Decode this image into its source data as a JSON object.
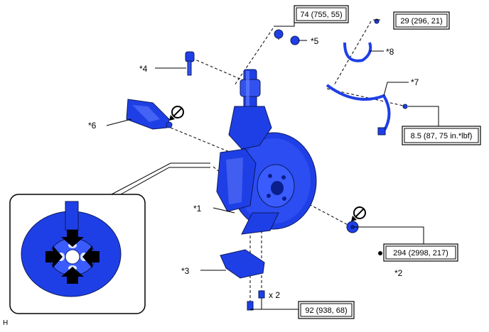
{
  "colors": {
    "part_fill": "#1f3fe6",
    "part_dark": "#0b1f8c",
    "part_light": "#6a86ff",
    "line": "#000000"
  },
  "callouts": {
    "c1": "*1",
    "c2": "*2",
    "c3": "*3",
    "c4": "*4",
    "c5": "*5",
    "c6": "*6",
    "c7": "*7",
    "c8": "*8"
  },
  "torques": {
    "t_top": "74 (755, 55)",
    "t_top_right": "29 (296, 21)",
    "t_sensor": "8.5 (87, 75 in.*lbf)",
    "t_hub_nut": "294 (2998, 217)",
    "t_bottom": "92 (938, 68)"
  },
  "quantity": "x 2",
  "corner_mark": "H",
  "icons": [
    "torque-wrench-icon",
    "bullet-icon",
    "arrow-icon"
  ]
}
